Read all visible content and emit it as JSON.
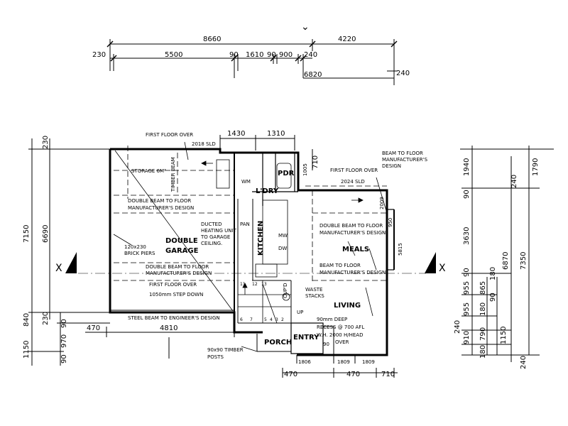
{
  "top_dims": {
    "overall_left": "8660",
    "overall_right": "4220",
    "seg1": "230",
    "seg2": "5500",
    "seg3": "90",
    "seg4": "1610",
    "seg5": "90",
    "seg6": "900",
    "seg7": "240",
    "sub_right": "6820",
    "far_right": "240"
  },
  "upper_dims": {
    "d1430": "1430",
    "d1310": "1310",
    "d710": "710",
    "d1005": "1005"
  },
  "left_dims": {
    "d230": "230",
    "d7150": "7150",
    "d6690": "6690",
    "d840": "840",
    "d230b": "230",
    "d1150": "1150",
    "d90": "90",
    "d970": "970",
    "d90b": "90"
  },
  "bottom_dims": {
    "d470a": "470",
    "d4810": "4810",
    "d470b": "470",
    "d470c": "470",
    "d710": "710",
    "d1806": "1806",
    "d1809a": "1809",
    "d1809b": "1809"
  },
  "right_dims": {
    "d1940": "1940",
    "d1790": "1790",
    "d240": "240",
    "d90": "90",
    "d3630": "3630",
    "d6870": "6870",
    "d7350": "7350",
    "d90b": "90",
    "d180": "180",
    "d955a": "955",
    "d865": "865",
    "d90c": "90",
    "d955b": "955",
    "d180b": "180",
    "d240b": "240",
    "d910": "910",
    "d790": "790",
    "d1150": "1150",
    "d180c": "180",
    "d240c": "240"
  },
  "labels": {
    "first_floor_over_1": "FIRST FLOOR OVER",
    "sld_2018": "2018 SLD",
    "storage": "STORAGE 6M³",
    "timber_beam": "TIMBER BEAM",
    "wm": "WM",
    "ldry": "L'DRY",
    "pdr": "PDR",
    "first_floor_over_2": "FIRST FLOOR OVER",
    "sld_2024": "2024 SLD",
    "beam_floor_mfr_1": "BEAM TO FLOOR",
    "beam_floor_mfr_1b": "MANUFACTURER'S",
    "beam_floor_mfr_1c": "DESIGN",
    "dbl_beam_1a": "DOUBLE BEAM TO FLOOR",
    "dbl_beam_1b": "MANUFACTURER'S DESIGN",
    "ducted_a": "DUCTED",
    "ducted_b": "HEATING UNIT",
    "ducted_c": "TO GARAGE",
    "ducted_d": "CEILING.",
    "double": "DOUBLE",
    "garage": "GARAGE",
    "piers_a": "120x230",
    "piers_b": "BRICK PIERS",
    "dbl_beam_2a": "DOUBLE BEAM TO FLOOR",
    "dbl_beam_2b": "MANUFACTURER'S DESIGN",
    "first_floor_over_3": "FIRST FLOOR OVER",
    "step_down": "1050mm STEP DOWN",
    "steel_beam": "STEEL BEAM TO ENGINEER'S DESIGN",
    "pan": "PAN",
    "kitchen": "KITCHEN",
    "mw": "MW",
    "dw": "DW",
    "dbl_beam_3a": "DOUBLE BEAM TO FLOOR",
    "dbl_beam_3b": "MANUFACTURER'S DESIGN",
    "meals": "MEALS",
    "beam_floor_2a": "BEAM TO FLOOR",
    "beam_floor_2b": "MANUFACTURER'S DESIGN",
    "d2009": "2009",
    "d950": "950",
    "d5815": "5815",
    "cupd": "CUP'D",
    "waste_a": "WASTE",
    "waste_b": "STACKS",
    "living": "LIVING",
    "recess_a": "90mm DEEP",
    "recess_b": "RECESS @ 700 AFL",
    "recess_c": "W.H. 2000 H/HEAD",
    "recess_d": "OVER",
    "up": "UP",
    "entry": "ENTRY",
    "porch": "PORCH",
    "posts_a": "90x90 TIMBER",
    "posts_b": "POSTS",
    "d90_entry": "90",
    "x_left": "X",
    "x_right": "X",
    "top_chevron": "⌄"
  }
}
